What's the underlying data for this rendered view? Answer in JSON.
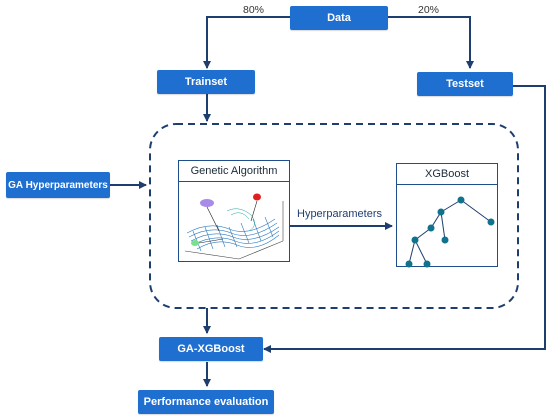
{
  "nodes": {
    "data": "Data",
    "trainset": "Trainset",
    "testset": "Testset",
    "ga_hyperparameters": "GA Hyperparameters",
    "ga_xgboost": "GA-XGBoost",
    "performance": "Performance evaluation"
  },
  "split": {
    "train_pct": "80%",
    "test_pct": "20%"
  },
  "inner": {
    "genetic_algorithm_title": "Genetic Algorithm",
    "xgboost_title": "XGBoost",
    "hyperparameters_label": "Hyperparameters"
  },
  "colors": {
    "node_fill": "#1f6fd1",
    "connector": "#1f3e70",
    "dashed_border": "#1f3e70"
  }
}
